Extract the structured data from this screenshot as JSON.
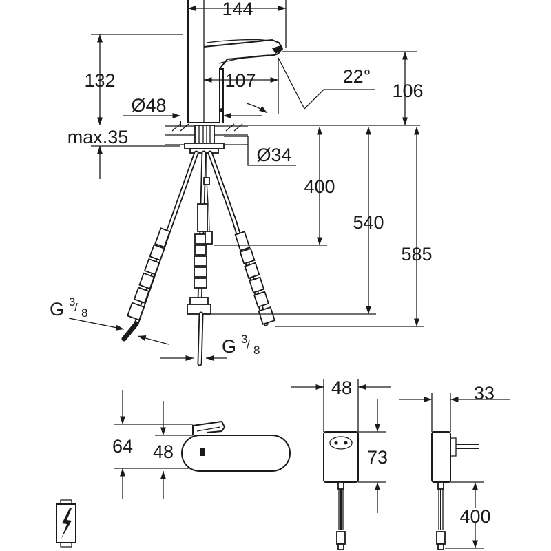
{
  "drawing": {
    "dimensions": {
      "spout_width": "144",
      "height": "132",
      "spout_reach": "107",
      "angle": "22°",
      "outlet_height": "106",
      "base_diameter": "Ø48",
      "max_thickness": "max.35",
      "shank_diameter": "Ø34",
      "hose_400": "400",
      "hose_540": "540",
      "hose_585": "585",
      "thread_g": "G",
      "thread_num": "3",
      "thread_den": "8",
      "control_box_64": "64",
      "control_box_48": "48",
      "adapter_width": "48",
      "adapter_height": "73",
      "adapter_depth": "33",
      "adapter_cable": "400"
    }
  }
}
